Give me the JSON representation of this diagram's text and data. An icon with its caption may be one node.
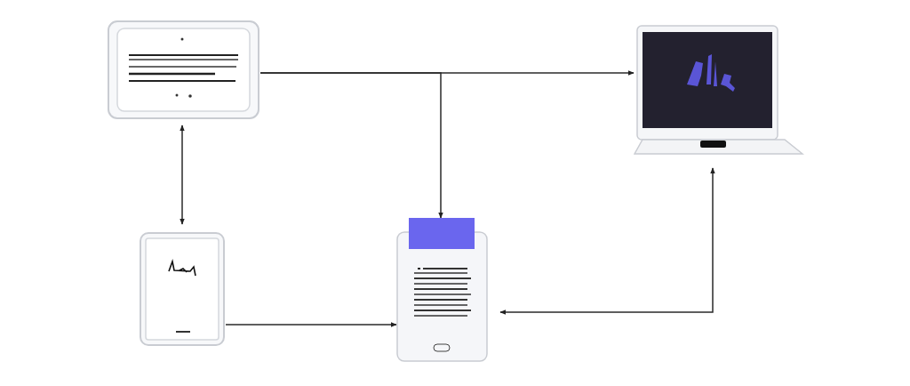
{
  "diagram": {
    "nodes": [
      {
        "text": [],
        "shape": "tablet"
      },
      {
        "text": [],
        "shape": "laptop"
      },
      {
        "text": [],
        "shape": "ereader"
      },
      {
        "text": [],
        "shape": "phone"
      }
    ],
    "edges": [
      {
        "from": 0,
        "to": 1,
        "arrow": "to"
      },
      {
        "from": 0,
        "to": 3,
        "arrow": "to"
      },
      {
        "from": 0,
        "to": 2,
        "arrow": "both"
      },
      {
        "from": 2,
        "to": 3,
        "arrow": "to"
      },
      {
        "from": 3,
        "to": 1,
        "arrow": "both"
      }
    ]
  }
}
